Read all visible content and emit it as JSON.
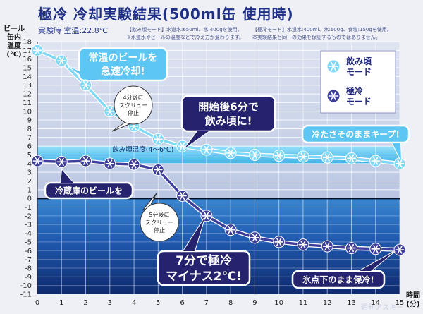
{
  "page": {
    "title": "極冷 冷却実験結果(500ml缶 使用時)",
    "conditions": "実験時 室温:22.8℃",
    "notes": [
      "【飲み頃モード】水道水:650ml、氷:400gを使用。",
      "※水道水やビールの温度などで冷え方が変わります。",
      "【極冷モード】水道水:400ml、氷:600g、食塩:150gを使用。",
      "本実験結果と同一の効果を保証するものではありません。"
    ],
    "watermark": "週刊アスキー"
  },
  "chart_data": {
    "type": "line",
    "title": "極冷 冷却実験結果(500ml缶 使用時)",
    "xlabel": "時間(分)",
    "ylabel": "ビール缶内温度(℃)",
    "xlim": [
      0,
      15
    ],
    "ylim": [
      -11,
      18
    ],
    "x_ticks": [
      "0",
      "1",
      "2",
      "3",
      "4",
      "5",
      "6",
      "7",
      "8",
      "9",
      "10",
      "11",
      "12",
      "13",
      "14",
      "15"
    ],
    "y_ticks": [
      "18",
      "17",
      "16",
      "15",
      "14",
      "13",
      "12",
      "11",
      "10",
      "9",
      "8",
      "7",
      "6",
      "5",
      "4",
      "3",
      "2",
      "1",
      "0",
      "-1",
      "-2",
      "-3",
      "-4",
      "-5",
      "-6",
      "-7",
      "-8",
      "-9",
      "-10",
      "-11"
    ],
    "grid": true,
    "legend_position": "top-right",
    "series": [
      {
        "name": "飲み頃モード",
        "color": "#7fd8f6",
        "x": [
          0,
          1,
          2,
          3,
          4,
          5,
          6,
          7,
          8,
          9,
          10,
          11,
          12,
          13,
          14,
          15
        ],
        "y": [
          17,
          15.8,
          13,
          10,
          8.3,
          6.8,
          6,
          5.6,
          5.2,
          5.0,
          4.9,
          4.8,
          4.7,
          4.6,
          4.3,
          4.0
        ]
      },
      {
        "name": "極冷モード",
        "color": "#3d3e9c",
        "x": [
          0,
          1,
          2,
          3,
          4,
          5,
          6,
          7,
          8,
          9,
          10,
          11,
          12,
          13,
          14,
          15
        ],
        "y": [
          4.3,
          4.2,
          4.3,
          4.0,
          3.9,
          3.3,
          0.3,
          -2,
          -3.6,
          -4.5,
          -5,
          -5.3,
          -5.5,
          -5.7,
          -5.8,
          -5.9
        ]
      }
    ],
    "drink_band": {
      "label": "飲み頃温度(4〜6℃)",
      "from": 4,
      "to": 6
    },
    "annotations": [
      {
        "text_lines": [
          "常温のビールを",
          "急速冷却!"
        ],
        "style": "callout-light"
      },
      {
        "text_lines": [
          "4分後に",
          "スクリュー",
          "停止"
        ],
        "style": "bubble"
      },
      {
        "text_lines": [
          "開始後6分で",
          "飲み頃に!"
        ],
        "style": "callout-navy"
      },
      {
        "text_lines": [
          "冷たさそのままキープ!"
        ],
        "style": "callout-light"
      },
      {
        "text_lines": [
          "冷蔵庫のビールを"
        ],
        "style": "callout-navy"
      },
      {
        "text_lines": [
          "5分後に",
          "スクリュー",
          "停止"
        ],
        "style": "bubble"
      },
      {
        "text_lines": [
          "7分で極冷",
          "マイナス2℃!"
        ],
        "style": "callout-navy"
      },
      {
        "text_lines": [
          "氷点下のまま保冷!"
        ],
        "style": "callout-navy"
      }
    ],
    "legend": [
      {
        "label_lines": [
          "飲み頃",
          "モード"
        ],
        "color": "#7fd8f6"
      },
      {
        "label_lines": [
          "極冷",
          "モード"
        ],
        "color": "#3d3e9c"
      }
    ]
  }
}
